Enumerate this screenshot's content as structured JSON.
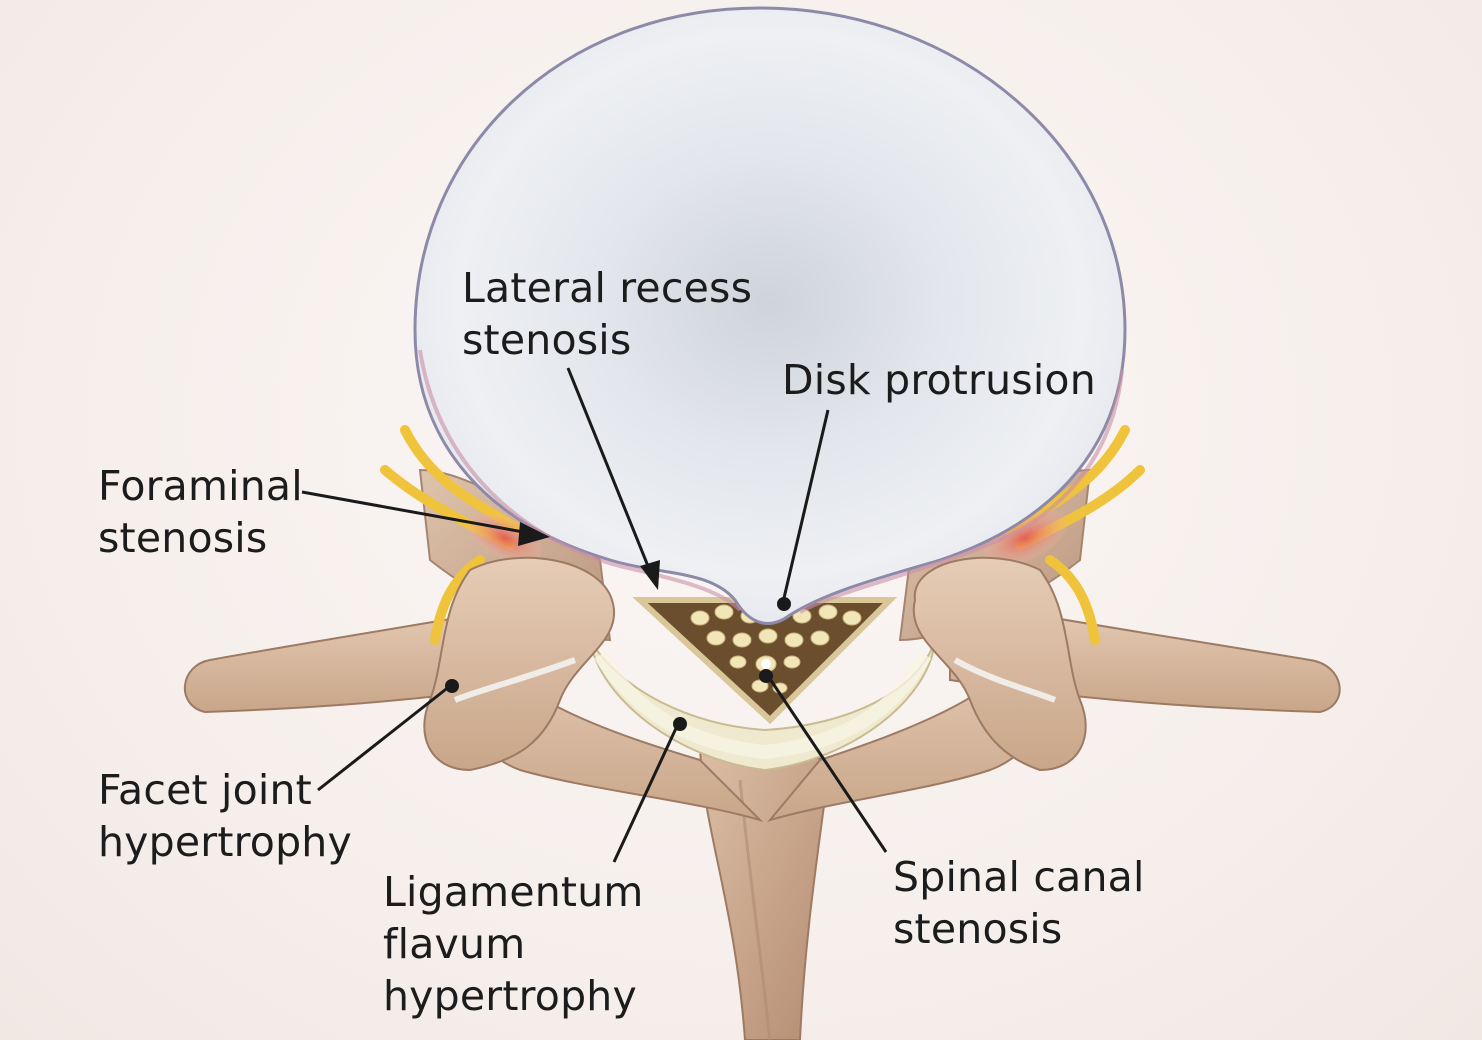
{
  "labels": {
    "lateral_recess": {
      "line1": "Lateral recess",
      "line2": "stenosis"
    },
    "disk_protrusion": {
      "line1": "Disk protrusion"
    },
    "foraminal": {
      "line1": "Foraminal",
      "line2": "stenosis"
    },
    "facet_joint": {
      "line1": "Facet joint",
      "line2": "hypertrophy"
    },
    "ligamentum_flavum": {
      "line1": "Ligamentum",
      "line2": "flavum",
      "line3": "hypertrophy"
    },
    "spinal_canal": {
      "line1": "Spinal canal",
      "line2": "stenosis"
    }
  },
  "colors": {
    "background": "#f6efec",
    "disk": "#dfe3ea",
    "disk_outline": "#8c8aa8",
    "bone": "#d9b9a0",
    "bone_shadow": "#a8826a",
    "ligament": "#ece6cc",
    "nerve": "#f0c640",
    "inflamed": "#e8786a",
    "leader_line": "#1a1a1a"
  }
}
